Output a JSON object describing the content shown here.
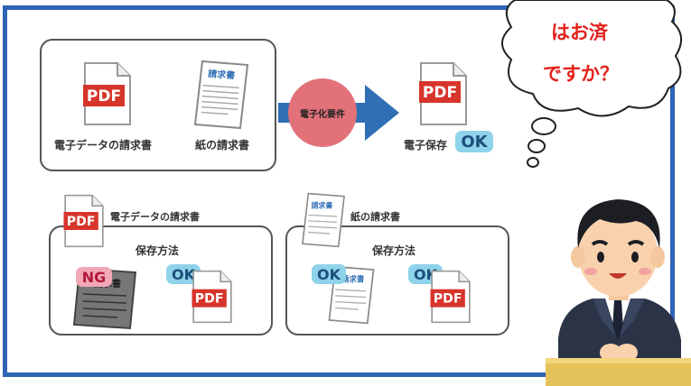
{
  "top": {
    "electronic_invoice": "電子データの請求書",
    "paper_invoice": "紙の請求書",
    "requirement": "電子化要件",
    "storage": "電子保存",
    "ok": "OK"
  },
  "bottom_left": {
    "title": "電子データの請求書",
    "method": "保存方法",
    "ng": "NG",
    "ok": "OK"
  },
  "bottom_right": {
    "title": "紙の請求書",
    "method": "保存方法",
    "ok1": "OK",
    "ok2": "OK"
  },
  "bubble": {
    "line1": "はお済",
    "line2": "ですか？"
  },
  "doc": {
    "pdf": "PDF",
    "invoice": "請求書"
  },
  "colors": {
    "frame": "#2f63b4",
    "pdf_red": "#d7352b",
    "ok_blue": "#8fd3ea",
    "ng_pink": "#f3a8b8",
    "arrow": "#2f6fb4",
    "circle": "#e2717a",
    "bubble_text": "#e3211b"
  }
}
